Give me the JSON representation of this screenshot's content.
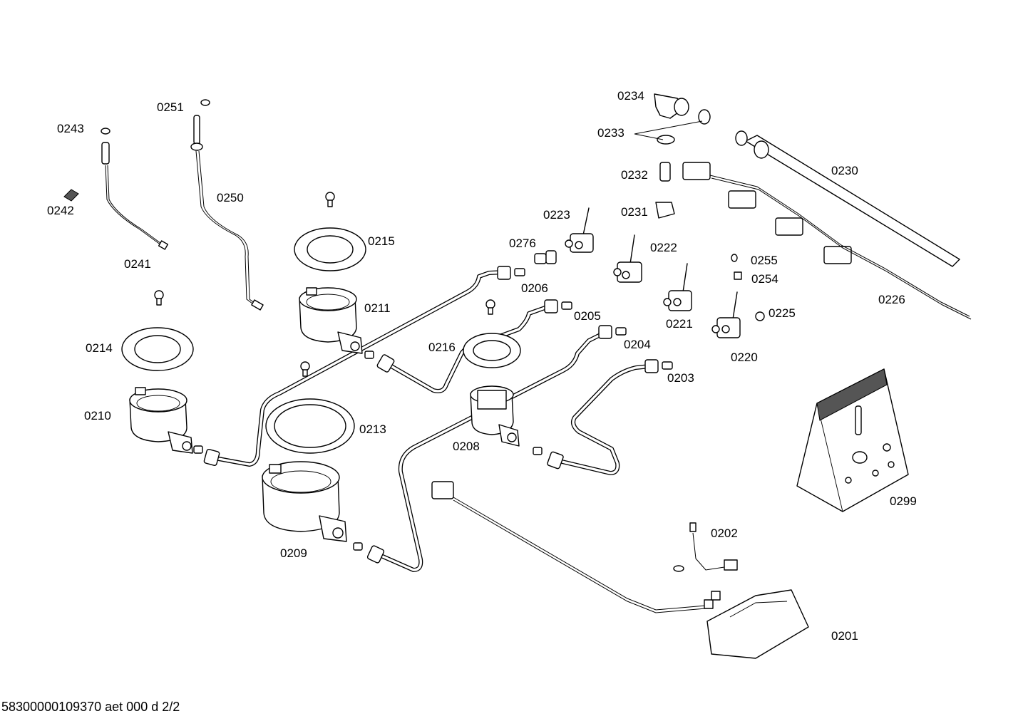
{
  "diagram": {
    "footer_text": "58300000109370 aet 000 d 2/2",
    "callouts": [
      {
        "id": "0201"
      },
      {
        "id": "0202"
      },
      {
        "id": "0203"
      },
      {
        "id": "0204"
      },
      {
        "id": "0205"
      },
      {
        "id": "0206"
      },
      {
        "id": "0208"
      },
      {
        "id": "0209"
      },
      {
        "id": "0210"
      },
      {
        "id": "0211"
      },
      {
        "id": "0213"
      },
      {
        "id": "0214"
      },
      {
        "id": "0215"
      },
      {
        "id": "0216"
      },
      {
        "id": "0220"
      },
      {
        "id": "0221"
      },
      {
        "id": "0222"
      },
      {
        "id": "0223"
      },
      {
        "id": "0225"
      },
      {
        "id": "0226"
      },
      {
        "id": "0230"
      },
      {
        "id": "0231"
      },
      {
        "id": "0232"
      },
      {
        "id": "0233"
      },
      {
        "id": "0234"
      },
      {
        "id": "0241"
      },
      {
        "id": "0242"
      },
      {
        "id": "0243"
      },
      {
        "id": "0250"
      },
      {
        "id": "0251"
      },
      {
        "id": "0254"
      },
      {
        "id": "0255"
      },
      {
        "id": "0276"
      },
      {
        "id": "0299"
      }
    ]
  }
}
